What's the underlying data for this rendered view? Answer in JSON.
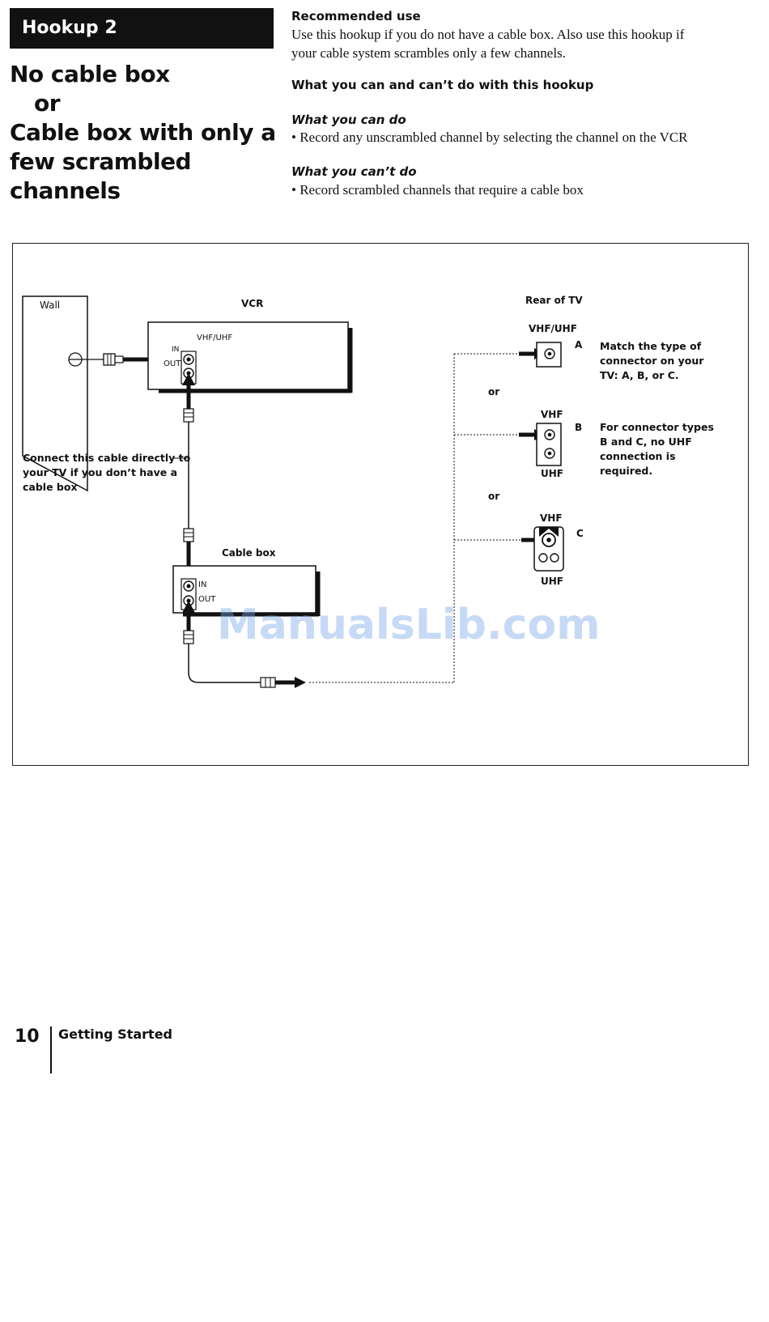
{
  "header": {
    "tab_label": "Hookup 2",
    "title_lines": [
      "No cable box",
      "or",
      "Cable box with only a",
      "few scrambled",
      "channels"
    ]
  },
  "intro": {
    "recommended_heading": "Recommended use",
    "recommended_text_1": "Use this hookup if you do not have a cable box. Also use this hookup if",
    "recommended_text_2": "your cable system scrambles only a few channels.",
    "can_cant_heading": "What you can and can’t do with this hookup",
    "can_heading": "What you can do",
    "can_item": "• Record any unscrambled channel by selecting the channel on the VCR",
    "cant_heading": "What you can’t do",
    "cant_item": "• Record scrambled channels that require a cable box"
  },
  "diagram": {
    "wall": "Wall",
    "vcr": "VCR",
    "vcr_vhf_uhf": "VHF/UHF",
    "vcr_in": "IN",
    "vcr_out": "OUT",
    "direct_note_1": "Connect this cable directly to",
    "direct_note_2": "your TV if you don’t have a",
    "direct_note_3": "cable box",
    "cable_box": "Cable box",
    "cb_in": "IN",
    "cb_out": "OUT",
    "rear_of_tv": "Rear of TV",
    "a_top": "VHF/UHF",
    "a_letter": "A",
    "or_1": "or",
    "b_top": "VHF",
    "b_letter": "B",
    "b_bottom": "UHF",
    "or_2": "or",
    "c_top": "VHF",
    "c_letter": "C",
    "c_bottom": "UHF",
    "match_note_1": "Match the type of",
    "match_note_2": "connector on your",
    "match_note_3": "TV: A, B, or C.",
    "bc_note_1": "For connector types",
    "bc_note_2": "B and C, no UHF",
    "bc_note_3": "connection is",
    "bc_note_4": "required."
  },
  "watermark": "ManualsLib.com",
  "footer": {
    "page_number": "10",
    "section": "Getting Started"
  }
}
